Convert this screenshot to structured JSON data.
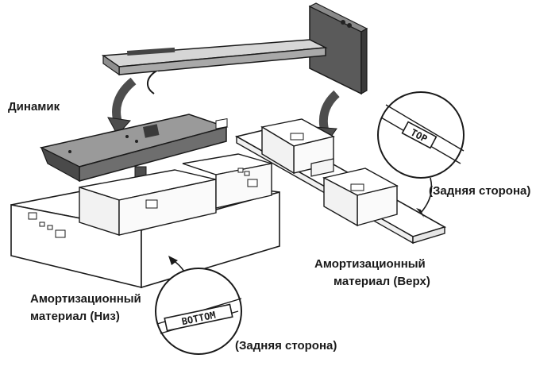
{
  "labels": {
    "speaker": "Динамик",
    "cushion_top_line1": "Амортизационный",
    "cushion_top_line2": "материал (Верх)",
    "cushion_bottom_line1": "Амортизационный",
    "cushion_bottom_line2": "материал (Низ)",
    "back_side_top": "(Задняя сторона)",
    "back_side_bottom": "(Задняя сторона)"
  },
  "stamps": {
    "top": "TOP",
    "bottom": "BOTTOM"
  },
  "colors": {
    "line": "#1a1a1a",
    "speaker_body": "#6e6e6e",
    "speaker_top": "#9a9a9a",
    "speaker_dark": "#4a4a4a",
    "foam": "#ffffff",
    "foam_shade": "#ececec",
    "arrow": "#4d4d4d",
    "bracket": "#c8c8c8",
    "plate": "#555555"
  }
}
